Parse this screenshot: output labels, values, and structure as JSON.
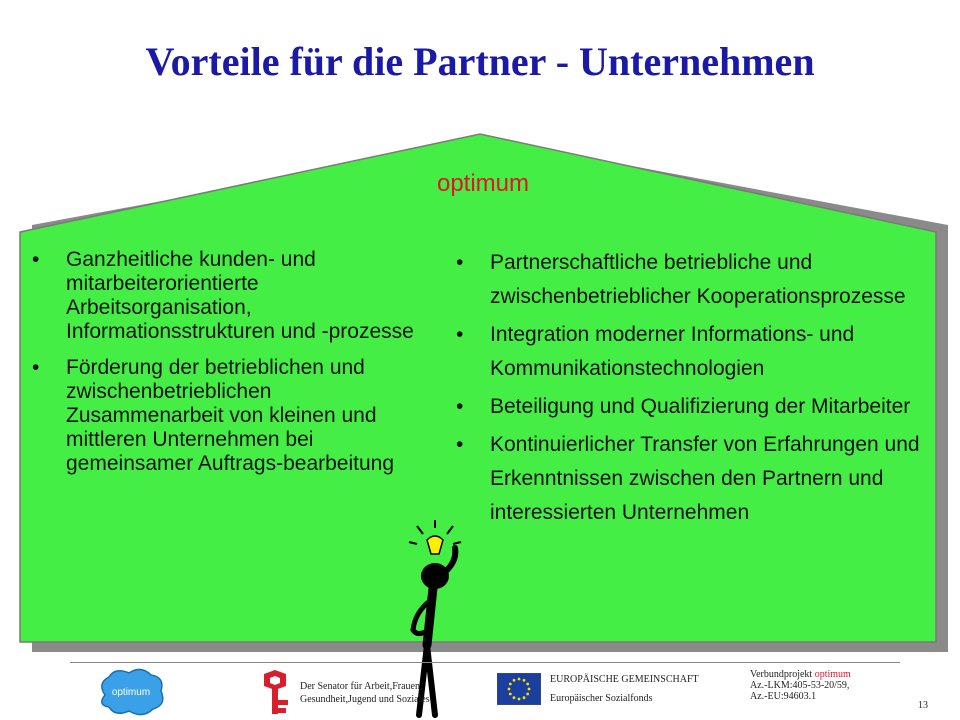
{
  "slide": {
    "title": "Vorteile für die Partner - Unternehmen",
    "roof_label": "optimum",
    "left_items": [
      "Ganzheitliche kunden- und mitarbeiterorientierte Arbeitsorganisation, Informationsstrukturen und -prozesse",
      "Förderung der betrieblichen und zwischenbetrieblichen Zusammenarbeit von kleinen und mittleren Unternehmen bei gemeinsamer Auftrags-bearbeitung"
    ],
    "right_items": [
      "Partnerschaftliche betriebliche und zwischenbetrieblicher Kooperationsprozesse",
      "Integration moderner Informations- und Kommunikationstechnologien",
      "Beteiligung und Qualifizierung der Mitarbeiter",
      "Kontinuierlicher Transfer von Erfahrungen und Erkenntnissen zwischen den Partnern und interessierten Unternehmen"
    ]
  },
  "footer": {
    "senator_line1": "Der Senator für Arbeit,Frauen,",
    "senator_line2": "Gesundheit,Jugend und Soziales",
    "eu_line1": "EUROPÄISCHE GEMEINSCHAFT",
    "eu_line2": "Europäischer Sozialfonds",
    "verbund_prefix": "Verbundprojekt ",
    "verbund_accent": "optimum",
    "az1": "Az.-LKM:405-53-20/59,",
    "az2": "Az.-EU:94603.1",
    "page_number": "13"
  },
  "colors": {
    "title": "#1a1aa6",
    "house_fill": "#44ee44",
    "house_shadow": "#8a8a8a",
    "accent_red": "#e8102a"
  },
  "icons": {
    "logo": "optimum-logo-icon",
    "coat_of_arms": "bremen-key-icon",
    "eu_flag": "eu-flag-icon",
    "figure": "idea-stick-figure-icon"
  }
}
